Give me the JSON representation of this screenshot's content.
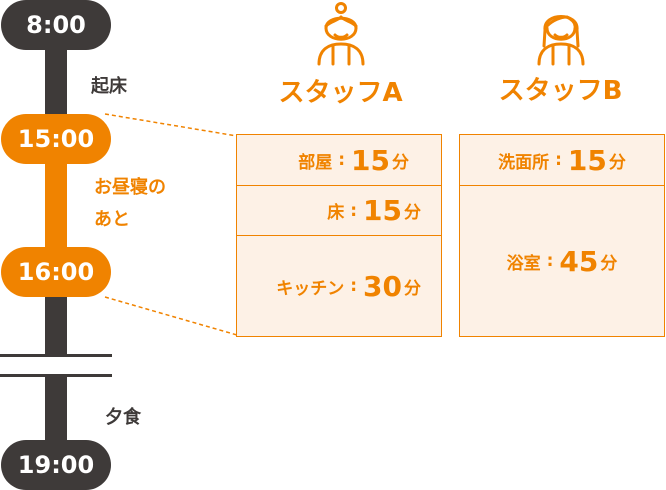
{
  "timeline": {
    "times": [
      "8:00",
      "15:00",
      "16:00",
      "19:00"
    ],
    "events": {
      "wake": "起床",
      "after_nap_line1": "お昼寝の",
      "after_nap_line2": "あと",
      "dinner": "夕食"
    }
  },
  "staff": [
    {
      "name": "スタッフA",
      "tasks": [
        {
          "name": "部屋",
          "sep": ":",
          "minutes": "15",
          "unit": "分"
        },
        {
          "name": "床",
          "sep": ":",
          "minutes": "15",
          "unit": "分"
        },
        {
          "name": "キッチン",
          "sep": ":",
          "minutes": "30",
          "unit": "分"
        }
      ]
    },
    {
      "name": "スタッフB",
      "tasks": [
        {
          "name": "洗面所",
          "sep": ":",
          "minutes": "15",
          "unit": "分"
        },
        {
          "name": "浴室",
          "sep": ":",
          "minutes": "45",
          "unit": "分"
        }
      ]
    }
  ],
  "colors": {
    "accent": "#f08300",
    "dark": "#3e3a39",
    "box_fill": "#fdf1e6"
  },
  "icons": [
    "person-icon",
    "person-icon"
  ]
}
